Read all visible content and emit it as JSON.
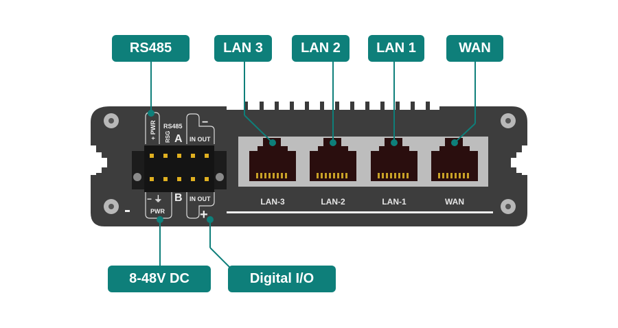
{
  "callouts": {
    "rs485": "RS485",
    "lan3": "LAN 3",
    "lan2": "LAN 2",
    "lan1": "LAN 1",
    "wan": "WAN",
    "power": "8-48V DC",
    "digital_io": "Digital I/O"
  },
  "device": {
    "ports": [
      {
        "label": "LAN-3"
      },
      {
        "label": "LAN-2"
      },
      {
        "label": "LAN-1"
      },
      {
        "label": "WAN"
      }
    ],
    "silkscreen": {
      "pwr_top": "+ PWR",
      "rs485": "RS485",
      "rsg": "RSG",
      "a": "A",
      "b": "B",
      "in_out_top": "IN OUT",
      "in_out_bottom": "IN OUT",
      "minus": "−",
      "plus": "+",
      "pwr_bottom": "PWR",
      "minus_ground": "− ⏚"
    }
  },
  "colors": {
    "accent": "#0e7f7a",
    "body": "#3d3d3d",
    "port_frame": "#bdbdbd",
    "port": "#2a0e0e",
    "pins": "#c9a227"
  }
}
